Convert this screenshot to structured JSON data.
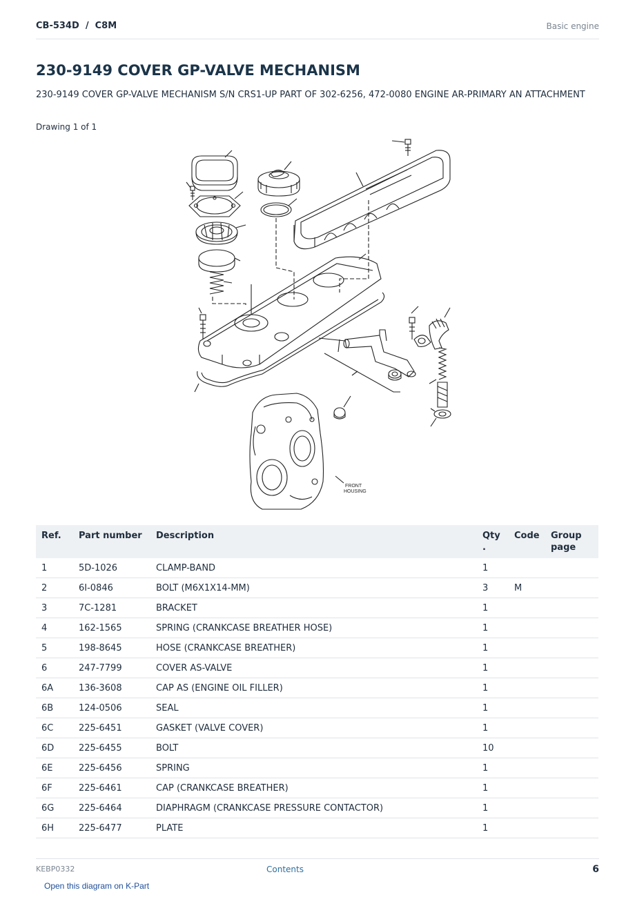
{
  "header": {
    "left": "CB-534D  /  C8M",
    "right": "Basic engine"
  },
  "title": "230-9149 COVER GP-VALVE MECHANISM",
  "subtitle": "230-9149 COVER GP-VALVE MECHANISM S/N CRS1-UP PART OF 302-6256, 472-0080 ENGINE AR-PRIMARY AN ATTACHMENT",
  "drawing_label": "Drawing 1 of 1",
  "diagram": {
    "label_line1": "FRONT",
    "label_line2": "HOUSING"
  },
  "table": {
    "headers": {
      "ref": "Ref.",
      "part_number": "Part number",
      "description": "Description",
      "qty": "Qty .",
      "code": "Code",
      "group_page": "Group page"
    },
    "rows": [
      {
        "ref": "1",
        "part_number": "5D-1026",
        "description": "CLAMP-BAND",
        "qty": "1",
        "code": "",
        "group_page": ""
      },
      {
        "ref": "2",
        "part_number": "6I-0846",
        "description": "BOLT (M6X1X14-MM)",
        "qty": "3",
        "code": "M",
        "group_page": ""
      },
      {
        "ref": "3",
        "part_number": "7C-1281",
        "description": "BRACKET",
        "qty": "1",
        "code": "",
        "group_page": ""
      },
      {
        "ref": "4",
        "part_number": "162-1565",
        "description": "SPRING (CRANKCASE BREATHER HOSE)",
        "qty": "1",
        "code": "",
        "group_page": ""
      },
      {
        "ref": "5",
        "part_number": "198-8645",
        "description": "HOSE (CRANKCASE BREATHER)",
        "qty": "1",
        "code": "",
        "group_page": ""
      },
      {
        "ref": "6",
        "part_number": "247-7799",
        "description": "COVER AS-VALVE",
        "qty": "1",
        "code": "",
        "group_page": ""
      },
      {
        "ref": "6A",
        "part_number": "136-3608",
        "description": "CAP AS (ENGINE OIL FILLER)",
        "qty": "1",
        "code": "",
        "group_page": ""
      },
      {
        "ref": "6B",
        "part_number": "124-0506",
        "description": "SEAL",
        "qty": "1",
        "code": "",
        "group_page": ""
      },
      {
        "ref": "6C",
        "part_number": "225-6451",
        "description": "GASKET (VALVE COVER)",
        "qty": "1",
        "code": "",
        "group_page": ""
      },
      {
        "ref": "6D",
        "part_number": "225-6455",
        "description": "BOLT",
        "qty": "10",
        "code": "",
        "group_page": ""
      },
      {
        "ref": "6E",
        "part_number": "225-6456",
        "description": "SPRING",
        "qty": "1",
        "code": "",
        "group_page": ""
      },
      {
        "ref": "6F",
        "part_number": "225-6461",
        "description": "CAP (CRANKCASE BREATHER)",
        "qty": "1",
        "code": "",
        "group_page": ""
      },
      {
        "ref": "6G",
        "part_number": "225-6464",
        "description": "DIAPHRAGM (CRANKCASE PRESSURE CONTACTOR)",
        "qty": "1",
        "code": "",
        "group_page": ""
      },
      {
        "ref": "6H",
        "part_number": "225-6477",
        "description": "PLATE",
        "qty": "1",
        "code": "",
        "group_page": ""
      }
    ]
  },
  "footer": {
    "doc_id": "KEBP0332",
    "contents_link": "Contents",
    "page_number": "6"
  },
  "external_link": "Open this diagram on K-Part"
}
